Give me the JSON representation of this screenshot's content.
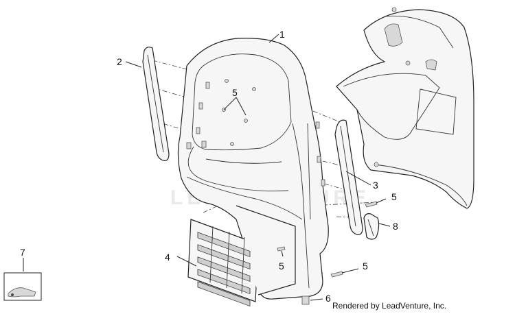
{
  "watermark": "LEADVENTURE",
  "credit": "Rendered by LeadVenture, Inc.",
  "callouts": {
    "c1": "1",
    "c2": "2",
    "c3": "3",
    "c4": "4",
    "c5a": "5",
    "c5b": "5",
    "c5c": "5",
    "c5d": "5",
    "c6": "6",
    "c7": "7",
    "c8": "8"
  },
  "colors": {
    "line": "#222222",
    "part_fill": "#f6f6f6",
    "shade": "#d8d8d8",
    "watermark": "#e9e9e9"
  }
}
